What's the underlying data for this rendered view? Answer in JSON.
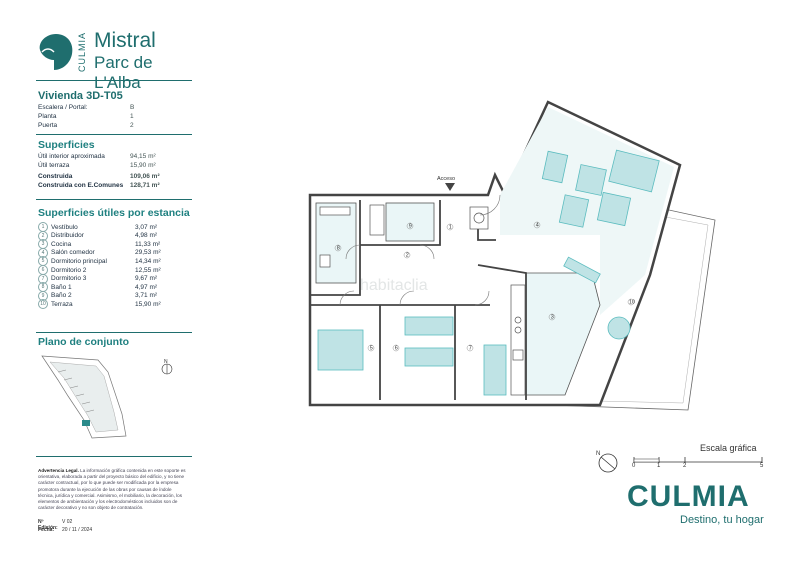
{
  "brand": {
    "small": "CULMIA",
    "title": "Mistral",
    "subtitle": "Parc de L'Alba"
  },
  "unit": {
    "title": "Vivienda 3D-T05",
    "rows": [
      {
        "label": "Escalera / Portal:",
        "value": "B"
      },
      {
        "label": "Planta",
        "value": "1"
      },
      {
        "label": "Puerta",
        "value": "2"
      }
    ]
  },
  "superficies": {
    "title": "Superficies",
    "rows": [
      {
        "label": "Útil interior aproximada",
        "value": "94,15 m²"
      },
      {
        "label": "Útil terraza",
        "value": "15,90 m²"
      }
    ],
    "bold_rows": [
      {
        "label": "Construida",
        "value": "109,06 m²"
      },
      {
        "label": "Construida con E.Comunes",
        "value": "128,71 m²"
      }
    ]
  },
  "estancias": {
    "title": "Superficies útiles por estancia",
    "rows": [
      {
        "n": "1",
        "label": "Vestíbulo",
        "value": "3,07 m²"
      },
      {
        "n": "2",
        "label": "Distribuidor",
        "value": "4,98 m²"
      },
      {
        "n": "3",
        "label": "Cocina",
        "value": "11,33 m²"
      },
      {
        "n": "4",
        "label": "Salón comedor",
        "value": "29,53 m²"
      },
      {
        "n": "5",
        "label": "Dormitorio principal",
        "value": "14,34 m²"
      },
      {
        "n": "6",
        "label": "Dormitorio 2",
        "value": "12,55 m²"
      },
      {
        "n": "7",
        "label": "Dormitorio 3",
        "value": "9,67 m²"
      },
      {
        "n": "8",
        "label": "Baño 1",
        "value": "4,97 m²"
      },
      {
        "n": "9",
        "label": "Baño 2",
        "value": "3,71 m²"
      },
      {
        "n": "10",
        "label": "Terraza",
        "value": "15,90 m²"
      }
    ]
  },
  "conjunto": {
    "title": "Plano de conjunto",
    "north": "N"
  },
  "legal": {
    "title": "Advertencia Legal.",
    "text": "La información gráfica contenida en este soporte es orientativa, elaborada a partir del proyecto básico del edificio, y no tiene carácter contractual, por lo que puede ser modificada por la empresa promotora durante la ejecución de las obras por causas de índole técnica, jurídica y comercial. Asimismo, el mobiliario, la decoración, los elementos de ambientación y los electrodomésticos incluidos son de carácter decorativo y no son objeto de contratación."
  },
  "meta": [
    {
      "label": "Nº Edición:",
      "value": "V 02"
    },
    {
      "label": "Fecha:",
      "value": "20 / 11 / 2024"
    }
  ],
  "plan": {
    "acceso": "Acceso",
    "watermark": "habitaclia",
    "room_numbers": [
      "1",
      "2",
      "3",
      "4",
      "5",
      "6",
      "7",
      "8",
      "9",
      "10"
    ]
  },
  "scale": {
    "title": "Escala gráfica",
    "ticks": [
      "0",
      "1",
      "2",
      "5"
    ],
    "north": "N"
  },
  "footer": {
    "brand": "CULMIA",
    "tagline": "Destino, tu hogar"
  },
  "colors": {
    "accent": "#1f6e6e",
    "fill": "#bfe3e5",
    "furniture": "#5bbcbf"
  }
}
